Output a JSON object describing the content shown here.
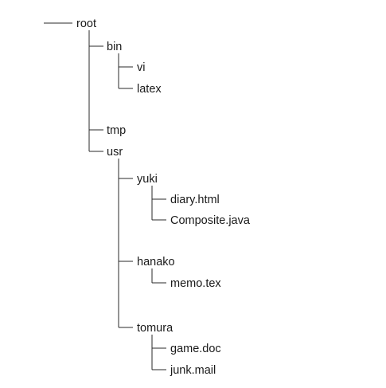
{
  "tree": {
    "name": "root",
    "children": [
      {
        "name": "bin",
        "children": [
          {
            "name": "vi"
          },
          {
            "name": "latex"
          }
        ]
      },
      {
        "name": "tmp"
      },
      {
        "name": "usr",
        "children": [
          {
            "name": "yuki",
            "children": [
              {
                "name": "diary.html"
              },
              {
                "name": "Composite.java"
              }
            ]
          },
          {
            "name": "hanako",
            "children": [
              {
                "name": "memo.tex"
              }
            ]
          },
          {
            "name": "tomura",
            "children": [
              {
                "name": "game.doc"
              },
              {
                "name": "junk.mail"
              }
            ]
          }
        ]
      }
    ]
  }
}
